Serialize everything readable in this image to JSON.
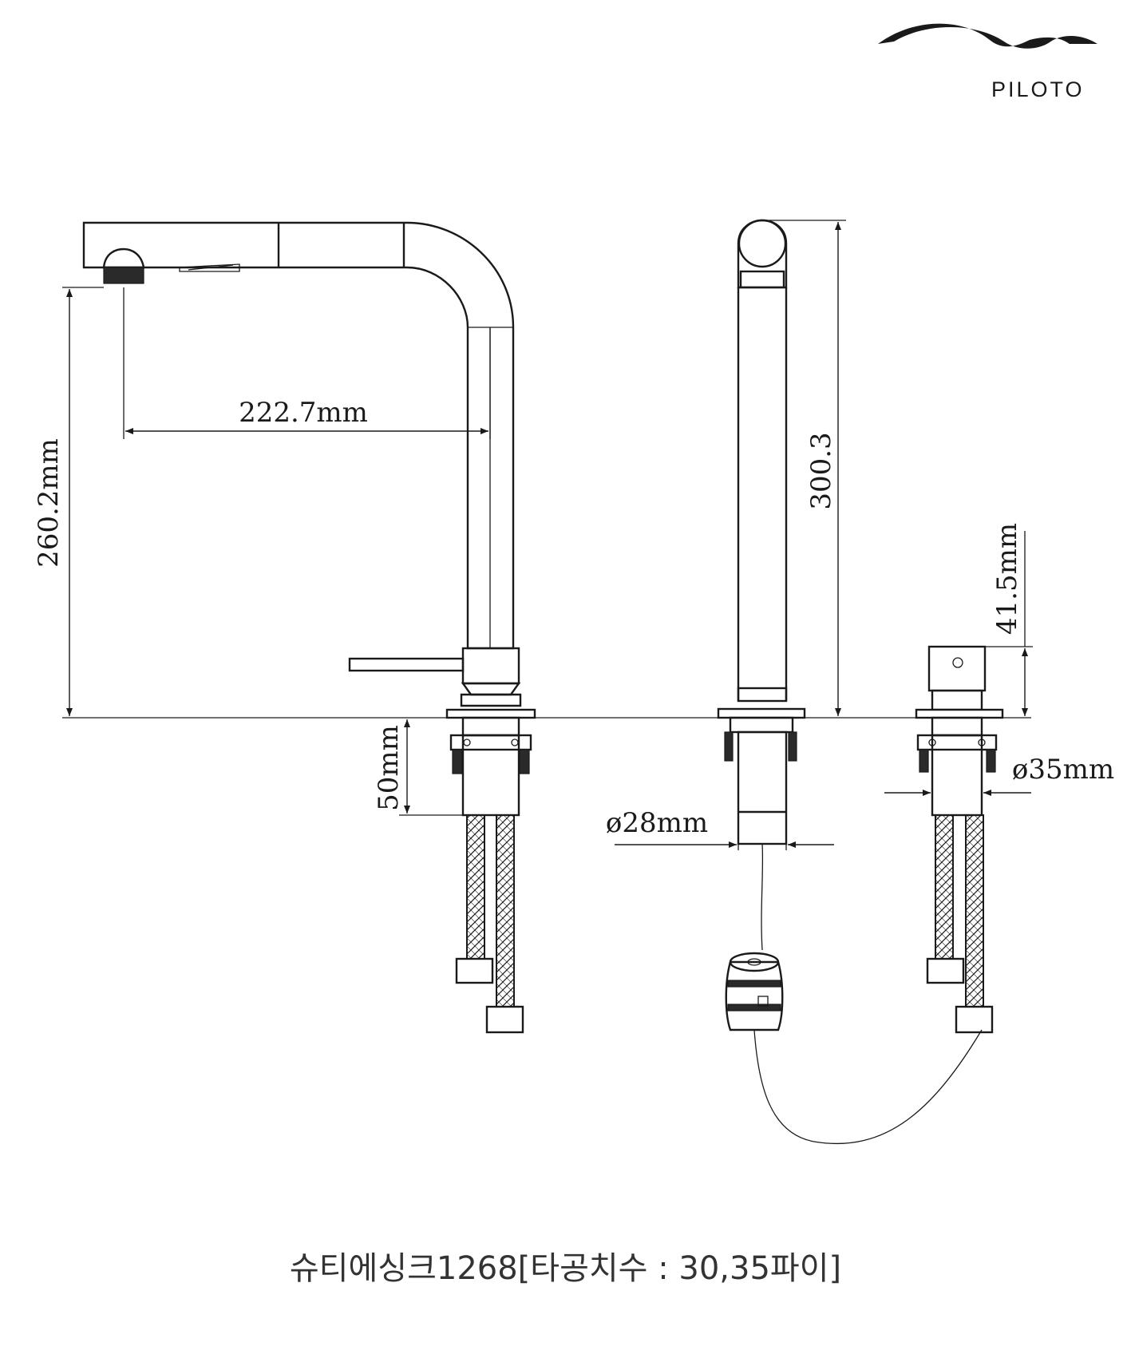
{
  "brand": {
    "name": "PILOTO"
  },
  "dimensions": {
    "spout_reach": "222.7mm",
    "spout_height": "260.2mm",
    "total_height": "300.3",
    "handle_height": "41.5mm",
    "shank_length": "50mm",
    "hole_diameter_28": "ø28mm",
    "hole_diameter_35": "ø35mm"
  },
  "caption": "슈티에싱크1268[타공치수 : 30,35파이]",
  "colors": {
    "line": "#1a1a1a",
    "caption": "#333333",
    "background": "#ffffff"
  }
}
